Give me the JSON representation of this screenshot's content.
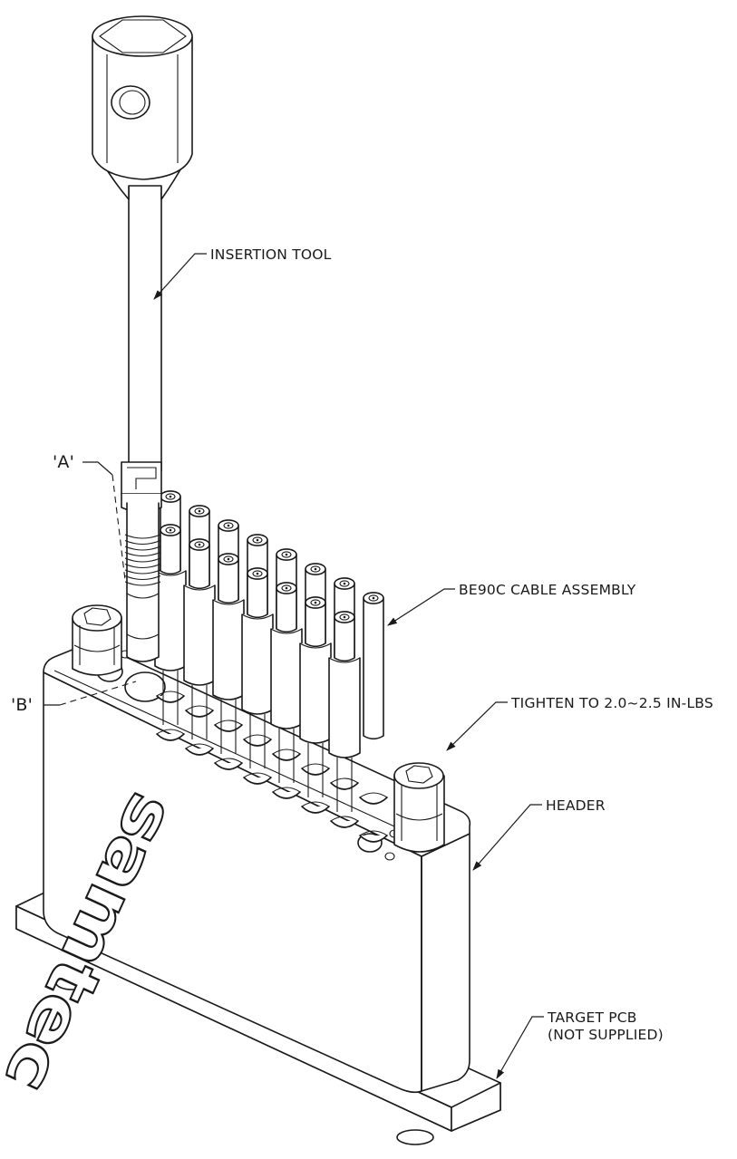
{
  "callouts": {
    "insertion_tool": "INSERTION TOOL",
    "detail_a": "'A'",
    "detail_b": "'B'",
    "cable_assembly": "BE90C CABLE ASSEMBLY",
    "tighten": "TIGHTEN TO 2.0~2.5 IN-LBS",
    "header": "HEADER",
    "target_pcb_line1": "TARGET PCB",
    "target_pcb_line2": "(NOT SUPPLIED)"
  },
  "logo": {
    "text": "samtec"
  }
}
